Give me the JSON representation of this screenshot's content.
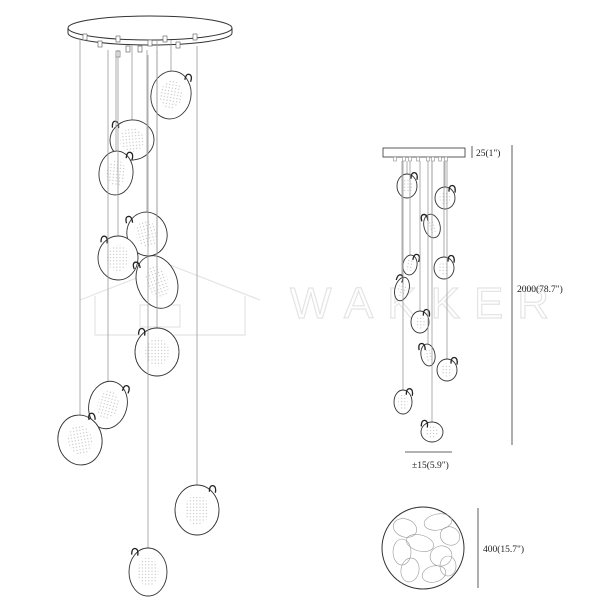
{
  "watermark": {
    "brand": "WAKKER"
  },
  "dimensions": {
    "canopy_height": "25(1\")",
    "total_drop": "2000(78.7\")",
    "pebble_width": "±15(5.9\")",
    "canopy_diameter": "400(15.7\")"
  },
  "colors": {
    "line": "#333333",
    "cord": "#9a9a9a",
    "dots": "#b5b5b5",
    "watermark": "#e4e4e4"
  }
}
